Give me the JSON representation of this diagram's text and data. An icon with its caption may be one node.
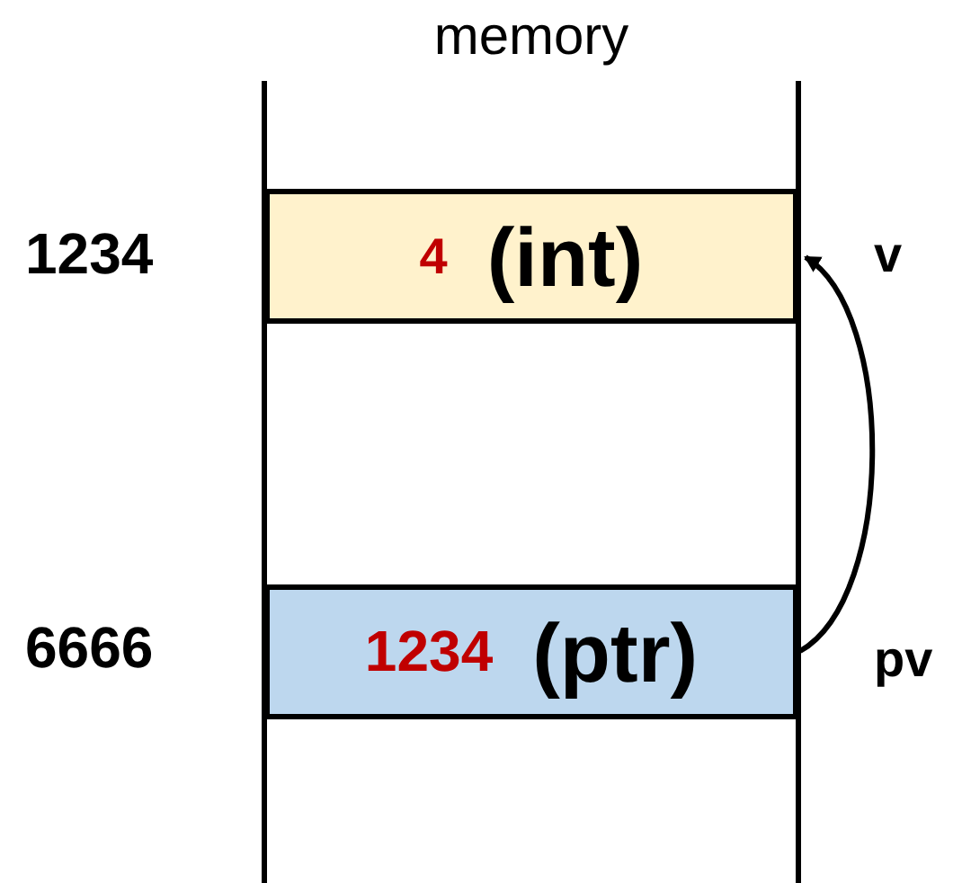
{
  "diagram": {
    "title": "memory",
    "nodes": [
      {
        "text": [
          "4",
          "(int)"
        ],
        "beside": [
          "1234",
          "v"
        ]
      },
      {
        "text": [
          "1234",
          "(ptr)"
        ],
        "beside": [
          "6666",
          "pv"
        ]
      }
    ],
    "edges": [
      {
        "from": 1,
        "to": 0,
        "arrow": "to"
      }
    ]
  }
}
